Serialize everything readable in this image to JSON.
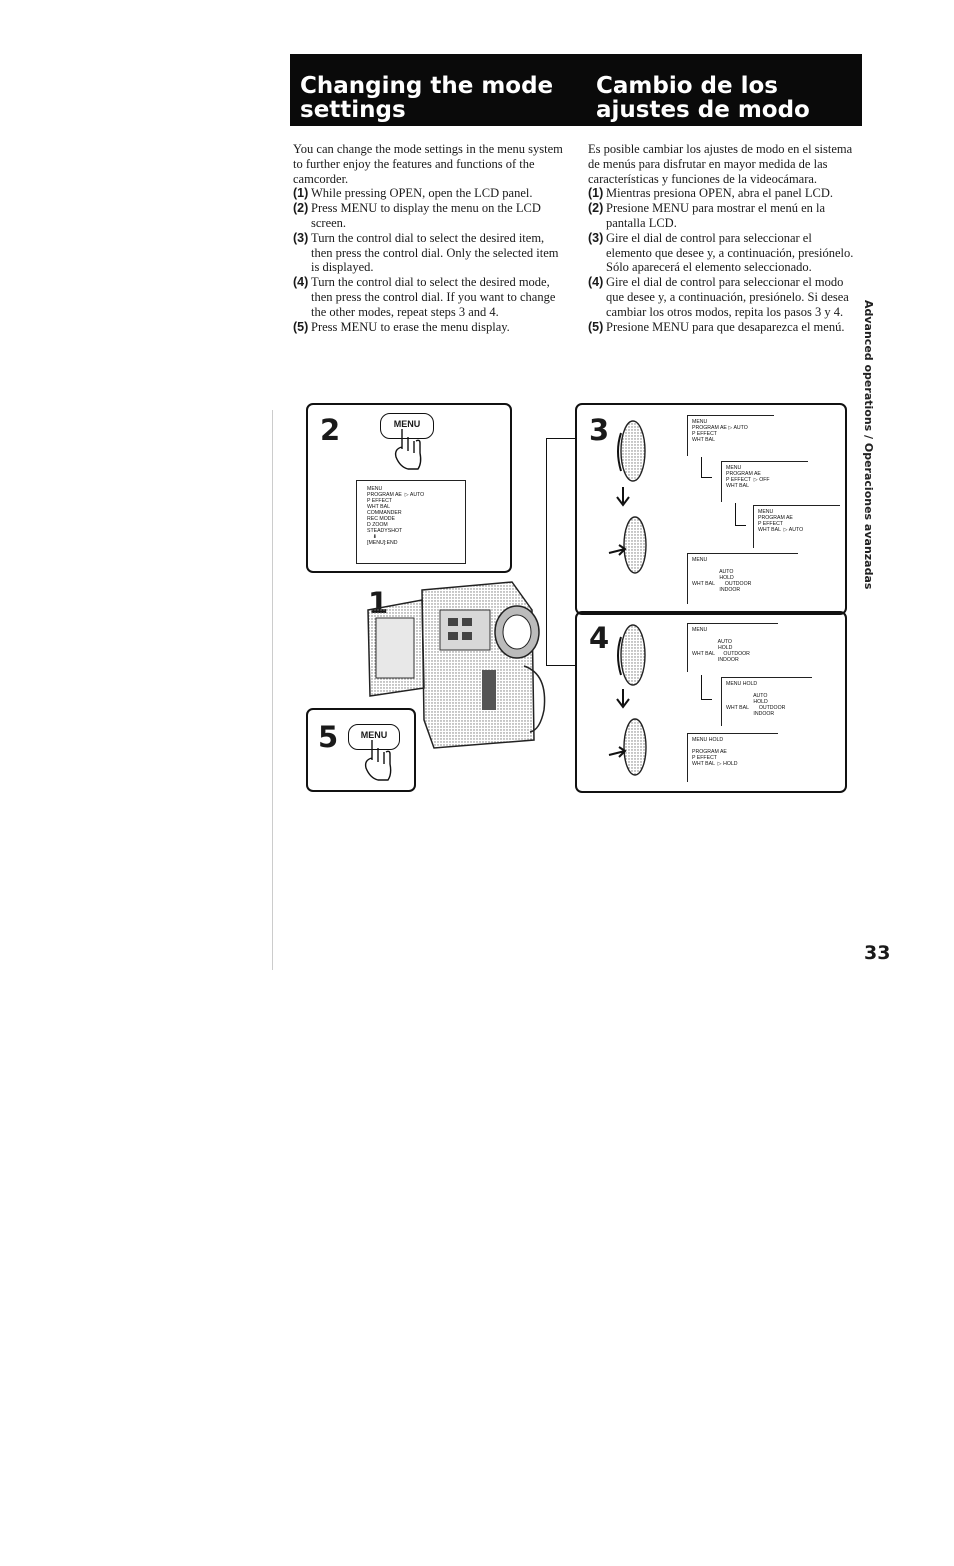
{
  "header": {
    "title_en_line1": "Changing the mode",
    "title_en_line2": "settings",
    "title_es_line1": "Cambio de los",
    "title_es_line2": "ajustes de modo"
  },
  "english": {
    "intro": "You can change the mode settings in the menu system to further enjoy the features and functions of the camcorder.",
    "steps": [
      {
        "num": "(1)",
        "text": "While pressing OPEN, open the LCD panel."
      },
      {
        "num": "(2)",
        "text": "Press MENU to display the menu on the LCD screen."
      },
      {
        "num": "(3)",
        "text": "Turn the control dial to select the desired item, then press the control dial. Only the selected item is displayed."
      },
      {
        "num": "(4)",
        "text": "Turn the control dial to select the desired mode, then press the control dial. If you want to change the other modes, repeat steps 3 and 4."
      },
      {
        "num": "(5)",
        "text": "Press MENU to erase the menu display."
      }
    ]
  },
  "spanish": {
    "intro": "Es posible cambiar los ajustes de modo en el sistema de menús para disfrutar en mayor medida de las características y funciones de la videocámara.",
    "steps": [
      {
        "num": "(1)",
        "text": "Mientras presiona OPEN, abra el panel LCD."
      },
      {
        "num": "(2)",
        "text": "Presione MENU para mostrar el menú en la pantalla LCD."
      },
      {
        "num": "(3)",
        "text": "Gire el dial de control para seleccionar el elemento que desee y, a continuación, presiónelo. Sólo aparecerá el elemento seleccionado."
      },
      {
        "num": "(4)",
        "text": "Gire el dial de control para seleccionar el modo que desee y, a continuación, presiónelo. Si desea cambiar los otros modos, repita los pasos 3 y 4."
      },
      {
        "num": "(5)",
        "text": "Presione MENU para que desaparezca el menú."
      }
    ]
  },
  "side_label": "Advanced operations / Operaciones avanzadas",
  "page_number": "33",
  "figure": {
    "step2": "2",
    "step1": "1",
    "step5": "5",
    "step3": "3",
    "step4": "4",
    "menu_button": "MENU",
    "menu_button_5": "MENU",
    "main_menu": "MENU\nPROGRAM AE  ▷ AUTO\nP EFFECT\nWHT BAL\nCOMMANDER\nREC MODE\nD ZOOM\nSTEADYSHOT\n    ⬇\n[MENU]:END",
    "s3_a": "MENU\nPROGRAM AE ▷ AUTO\nP EFFECT\nWHT BAL",
    "s3_b": "MENU\nPROGRAM AE\nP EFFECT  ▷ OFF\nWHT BAL",
    "s3_c": "MENU\nPROGRAM AE\nP EFFECT\nWHT BAL  ▷ AUTO",
    "s3_d": "MENU\n\n                   AUTO\n                   HOLD\nWHT BAL       OUTDOOR\n                   INDOOR",
    "s4_a": "MENU\n\n                  AUTO\n                  HOLD\nWHT BAL      OUTDOOR\n                  INDOOR",
    "s4_b": "MENU HOLD\n\n                   AUTO\n                   HOLD\nWHT BAL       OUTDOOR\n                   INDOOR",
    "s4_c": "MENU HOLD\n\nPROGRAM AE\nP EFFECT\nWHT BAL  ▷ HOLD"
  }
}
